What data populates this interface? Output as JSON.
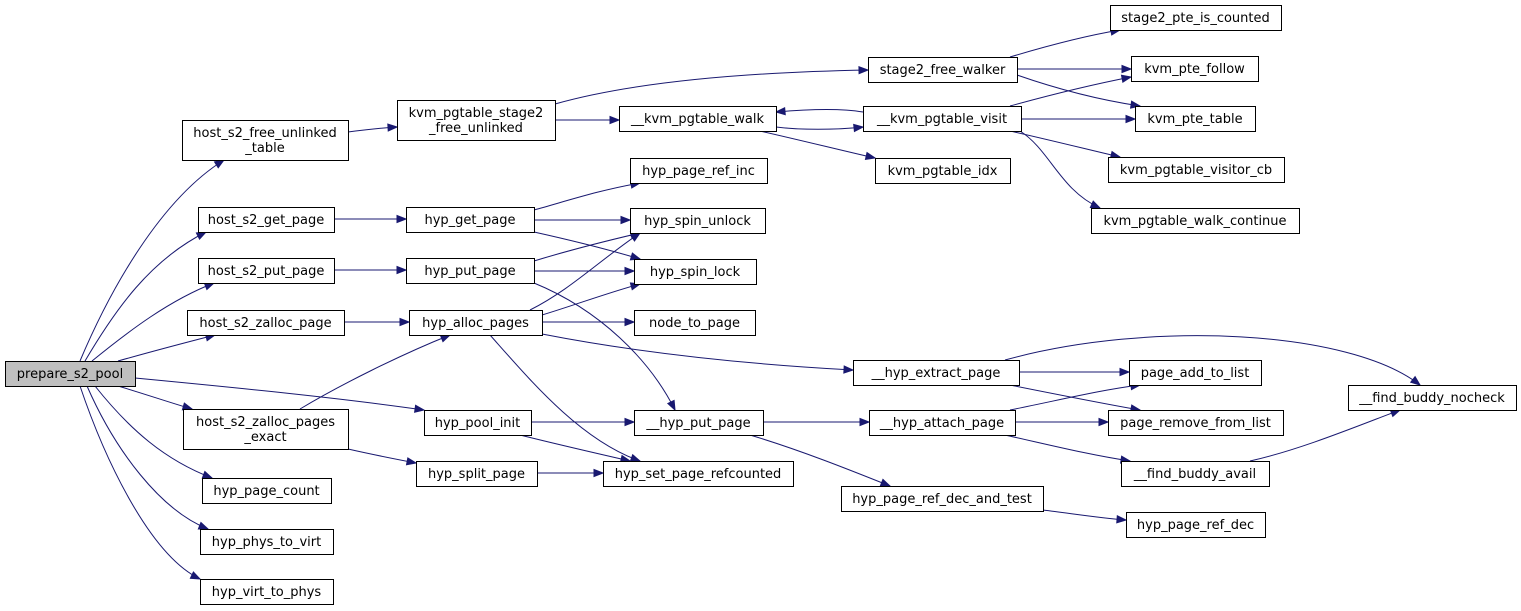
{
  "graph": {
    "nodes": [
      {
        "id": "prepare_s2_pool",
        "lines": [
          "prepare_s2_pool"
        ],
        "highlight": true
      },
      {
        "id": "host_s2_free_unlinked_table",
        "lines": [
          "host_s2_free_unlinked",
          "_table"
        ]
      },
      {
        "id": "host_s2_get_page",
        "lines": [
          "host_s2_get_page"
        ]
      },
      {
        "id": "host_s2_put_page",
        "lines": [
          "host_s2_put_page"
        ]
      },
      {
        "id": "host_s2_zalloc_page",
        "lines": [
          "host_s2_zalloc_page"
        ]
      },
      {
        "id": "host_s2_zalloc_pages_exact",
        "lines": [
          "host_s2_zalloc_pages",
          "_exact"
        ]
      },
      {
        "id": "hyp_page_count",
        "lines": [
          "hyp_page_count"
        ]
      },
      {
        "id": "hyp_phys_to_virt",
        "lines": [
          "hyp_phys_to_virt"
        ]
      },
      {
        "id": "hyp_virt_to_phys",
        "lines": [
          "hyp_virt_to_phys"
        ]
      },
      {
        "id": "kvm_pgtable_stage2_free_unlinked",
        "lines": [
          "kvm_pgtable_stage2",
          "_free_unlinked"
        ]
      },
      {
        "id": "hyp_get_page",
        "lines": [
          "hyp_get_page"
        ]
      },
      {
        "id": "hyp_put_page",
        "lines": [
          "hyp_put_page"
        ]
      },
      {
        "id": "hyp_alloc_pages",
        "lines": [
          "hyp_alloc_pages"
        ]
      },
      {
        "id": "hyp_pool_init",
        "lines": [
          "hyp_pool_init"
        ]
      },
      {
        "id": "hyp_split_page",
        "lines": [
          "hyp_split_page"
        ]
      },
      {
        "id": "__kvm_pgtable_walk",
        "lines": [
          "__kvm_pgtable_walk"
        ]
      },
      {
        "id": "hyp_page_ref_inc",
        "lines": [
          "hyp_page_ref_inc"
        ]
      },
      {
        "id": "hyp_spin_unlock",
        "lines": [
          "hyp_spin_unlock"
        ]
      },
      {
        "id": "hyp_spin_lock",
        "lines": [
          "hyp_spin_lock"
        ]
      },
      {
        "id": "node_to_page",
        "lines": [
          "node_to_page"
        ]
      },
      {
        "id": "__hyp_put_page",
        "lines": [
          "__hyp_put_page"
        ]
      },
      {
        "id": "hyp_set_page_refcounted",
        "lines": [
          "hyp_set_page_refcounted"
        ]
      },
      {
        "id": "stage2_free_walker",
        "lines": [
          "stage2_free_walker"
        ]
      },
      {
        "id": "__kvm_pgtable_visit",
        "lines": [
          "__kvm_pgtable_visit"
        ]
      },
      {
        "id": "kvm_pgtable_idx",
        "lines": [
          "kvm_pgtable_idx"
        ]
      },
      {
        "id": "__hyp_extract_page",
        "lines": [
          "__hyp_extract_page"
        ]
      },
      {
        "id": "__hyp_attach_page",
        "lines": [
          "__hyp_attach_page"
        ]
      },
      {
        "id": "hyp_page_ref_dec_and_test",
        "lines": [
          "hyp_page_ref_dec_and_test"
        ]
      },
      {
        "id": "stage2_pte_is_counted",
        "lines": [
          "stage2_pte_is_counted"
        ]
      },
      {
        "id": "kvm_pte_follow",
        "lines": [
          "kvm_pte_follow"
        ]
      },
      {
        "id": "kvm_pte_table",
        "lines": [
          "kvm_pte_table"
        ]
      },
      {
        "id": "kvm_pgtable_visitor_cb",
        "lines": [
          "kvm_pgtable_visitor_cb"
        ]
      },
      {
        "id": "kvm_pgtable_walk_continue",
        "lines": [
          "kvm_pgtable_walk_continue"
        ]
      },
      {
        "id": "page_add_to_list",
        "lines": [
          "page_add_to_list"
        ]
      },
      {
        "id": "page_remove_from_list",
        "lines": [
          "page_remove_from_list"
        ]
      },
      {
        "id": "__find_buddy_avail",
        "lines": [
          "__find_buddy_avail"
        ]
      },
      {
        "id": "hyp_page_ref_dec",
        "lines": [
          "hyp_page_ref_dec"
        ]
      },
      {
        "id": "__find_buddy_nocheck",
        "lines": [
          "__find_buddy_nocheck"
        ]
      }
    ],
    "edges": [
      [
        "prepare_s2_pool",
        "host_s2_free_unlinked_table"
      ],
      [
        "prepare_s2_pool",
        "host_s2_get_page"
      ],
      [
        "prepare_s2_pool",
        "host_s2_put_page"
      ],
      [
        "prepare_s2_pool",
        "host_s2_zalloc_page"
      ],
      [
        "prepare_s2_pool",
        "host_s2_zalloc_pages_exact"
      ],
      [
        "prepare_s2_pool",
        "hyp_page_count"
      ],
      [
        "prepare_s2_pool",
        "hyp_phys_to_virt"
      ],
      [
        "prepare_s2_pool",
        "hyp_virt_to_phys"
      ],
      [
        "prepare_s2_pool",
        "hyp_pool_init"
      ],
      [
        "host_s2_free_unlinked_table",
        "kvm_pgtable_stage2_free_unlinked"
      ],
      [
        "kvm_pgtable_stage2_free_unlinked",
        "stage2_free_walker"
      ],
      [
        "kvm_pgtable_stage2_free_unlinked",
        "__kvm_pgtable_walk"
      ],
      [
        "__kvm_pgtable_walk",
        "__kvm_pgtable_visit"
      ],
      [
        "__kvm_pgtable_walk",
        "kvm_pgtable_idx"
      ],
      [
        "__kvm_pgtable_visit",
        "__kvm_pgtable_walk"
      ],
      [
        "__kvm_pgtable_visit",
        "kvm_pte_follow"
      ],
      [
        "__kvm_pgtable_visit",
        "kvm_pte_table"
      ],
      [
        "__kvm_pgtable_visit",
        "kvm_pgtable_visitor_cb"
      ],
      [
        "__kvm_pgtable_visit",
        "kvm_pgtable_walk_continue"
      ],
      [
        "stage2_free_walker",
        "stage2_pte_is_counted"
      ],
      [
        "stage2_free_walker",
        "kvm_pte_follow"
      ],
      [
        "stage2_free_walker",
        "kvm_pte_table"
      ],
      [
        "host_s2_get_page",
        "hyp_get_page"
      ],
      [
        "hyp_get_page",
        "hyp_page_ref_inc"
      ],
      [
        "hyp_get_page",
        "hyp_spin_unlock"
      ],
      [
        "hyp_get_page",
        "hyp_spin_lock"
      ],
      [
        "host_s2_put_page",
        "hyp_put_page"
      ],
      [
        "hyp_put_page",
        "hyp_spin_unlock"
      ],
      [
        "hyp_put_page",
        "hyp_spin_lock"
      ],
      [
        "hyp_put_page",
        "__hyp_put_page"
      ],
      [
        "host_s2_zalloc_page",
        "hyp_alloc_pages"
      ],
      [
        "host_s2_zalloc_pages_exact",
        "hyp_alloc_pages"
      ],
      [
        "host_s2_zalloc_pages_exact",
        "hyp_split_page"
      ],
      [
        "hyp_alloc_pages",
        "hyp_spin_unlock"
      ],
      [
        "hyp_alloc_pages",
        "hyp_spin_lock"
      ],
      [
        "hyp_alloc_pages",
        "node_to_page"
      ],
      [
        "hyp_alloc_pages",
        "__hyp_extract_page"
      ],
      [
        "hyp_alloc_pages",
        "hyp_set_page_refcounted"
      ],
      [
        "hyp_pool_init",
        "__hyp_put_page"
      ],
      [
        "hyp_pool_init",
        "hyp_set_page_refcounted"
      ],
      [
        "hyp_split_page",
        "hyp_set_page_refcounted"
      ],
      [
        "__hyp_put_page",
        "__hyp_attach_page"
      ],
      [
        "__hyp_put_page",
        "hyp_page_ref_dec_and_test"
      ],
      [
        "__hyp_extract_page",
        "page_add_to_list"
      ],
      [
        "__hyp_extract_page",
        "page_remove_from_list"
      ],
      [
        "__hyp_extract_page",
        "__find_buddy_nocheck"
      ],
      [
        "__hyp_attach_page",
        "page_add_to_list"
      ],
      [
        "__hyp_attach_page",
        "page_remove_from_list"
      ],
      [
        "__hyp_attach_page",
        "__find_buddy_avail"
      ],
      [
        "__find_buddy_avail",
        "__find_buddy_nocheck"
      ],
      [
        "hyp_page_ref_dec_and_test",
        "hyp_page_ref_dec"
      ]
    ]
  }
}
